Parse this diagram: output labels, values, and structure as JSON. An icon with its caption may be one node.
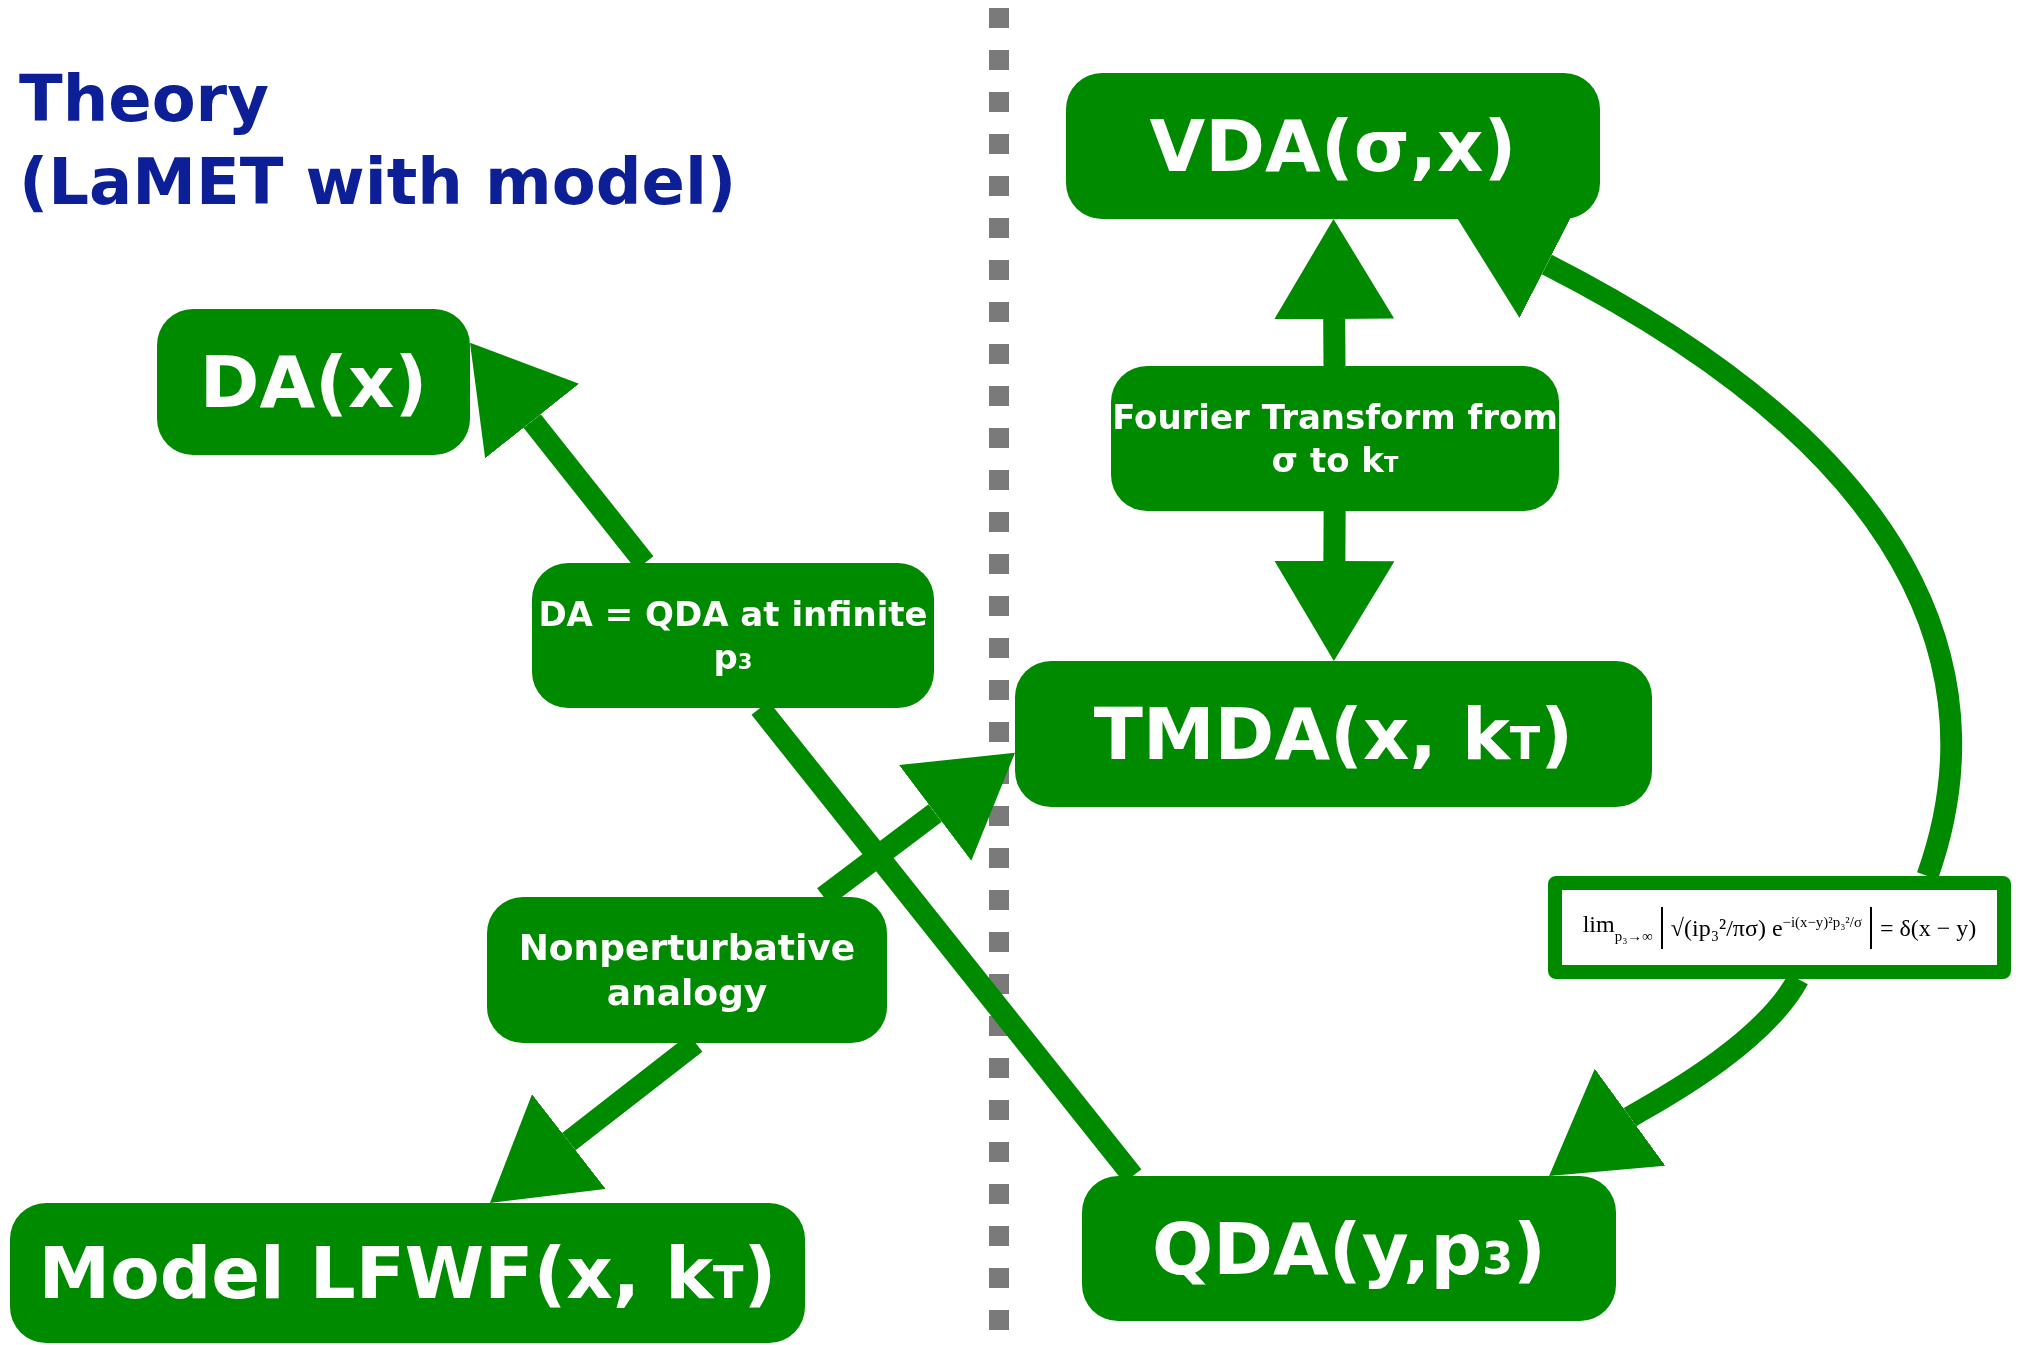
{
  "diagram": {
    "title": "Theory (LaMET with model)",
    "nodes": [
      {
        "text": [
          "DA(x)"
        ]
      },
      {
        "text": [
          "VDA(σ,x)"
        ]
      },
      {
        "text": [
          "Fourier Transform from σ to k$_{T}$"
        ]
      },
      {
        "text": [
          "TMDA(x, k$_{T}$)"
        ]
      },
      {
        "text": [
          "DA = QDA at infinite p$_{3}$"
        ]
      },
      {
        "text": [
          "Nonperturbative analogy"
        ]
      },
      {
        "text": [
          "lim$_{p₃→∞}$",
          "√(ip₃²/πσ) e$^{−i(x−y)²p₃²/σ}$",
          "= δ(x − y)"
        ]
      },
      {
        "text": [
          "Model LFWF(x, k$_{T}$)"
        ]
      },
      {
        "text": [
          "QDA(y,p$_{3}$)"
        ]
      }
    ],
    "edges": [
      {
        "from": 2,
        "to": 1,
        "arrow": "to"
      },
      {
        "from": 2,
        "to": 3,
        "arrow": "to"
      },
      {
        "from": 4,
        "to": 0,
        "arrow": "to"
      },
      {
        "from": 8,
        "to": 4,
        "arrow": "none"
      },
      {
        "from": 5,
        "to": 3,
        "arrow": "to"
      },
      {
        "from": 5,
        "to": 7,
        "arrow": "to"
      },
      {
        "from": 6,
        "to": 1,
        "arrow": "to"
      },
      {
        "from": 6,
        "to": 8,
        "arrow": "to"
      }
    ]
  }
}
